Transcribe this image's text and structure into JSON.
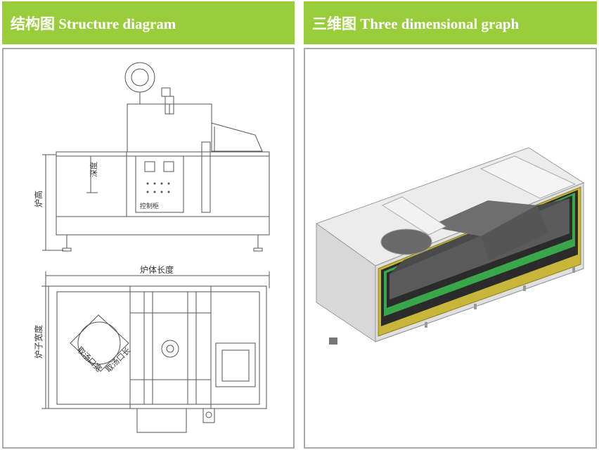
{
  "left_panel": {
    "title": "结构图 Structure diagram",
    "labels": {
      "height": "炉高",
      "depth": "深度",
      "length": "炉体长度",
      "width": "炉子宽度",
      "ladle_width": "取汤口宽",
      "ladle_length": "取汤口长",
      "control_panel": "控制柜"
    }
  },
  "right_panel": {
    "title": "三维图 Three dimensional graph"
  },
  "colors": {
    "header": "#9acd3c",
    "insulation_green": "#3aa64a",
    "insulation_yellow": "#c7b63a",
    "liner_dark": "#3c3c3c"
  }
}
